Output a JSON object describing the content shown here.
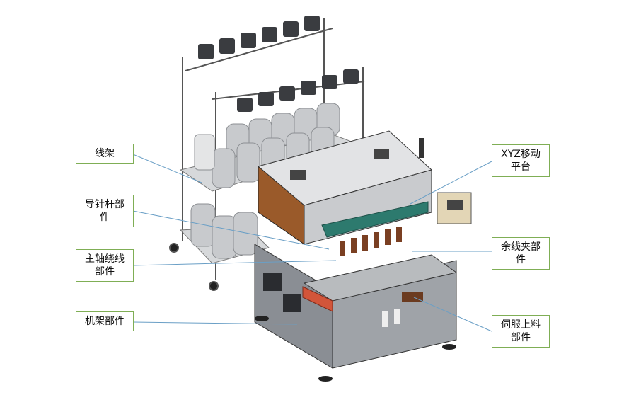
{
  "labels": {
    "wire_rack": "线架",
    "needle_bar": "导针杆部\n件",
    "spindle": "主轴绕线\n部件",
    "frame": "机架部件",
    "xyz_platform": "XYZ移动\n平台",
    "wire_clamp": "余线夹部\n件",
    "servo_feed": "伺服上料\n部件"
  },
  "colors": {
    "label_border": "#7fae55",
    "leader_line": "#6a9fc6",
    "machine_frame": "#3c3f44",
    "panel_gray": "#8a8e94",
    "copper_panel": "#9a5a2a",
    "teal_beam": "#2d7a6e",
    "orange_block": "#d2553a",
    "spool_gray": "#c8cacd"
  }
}
